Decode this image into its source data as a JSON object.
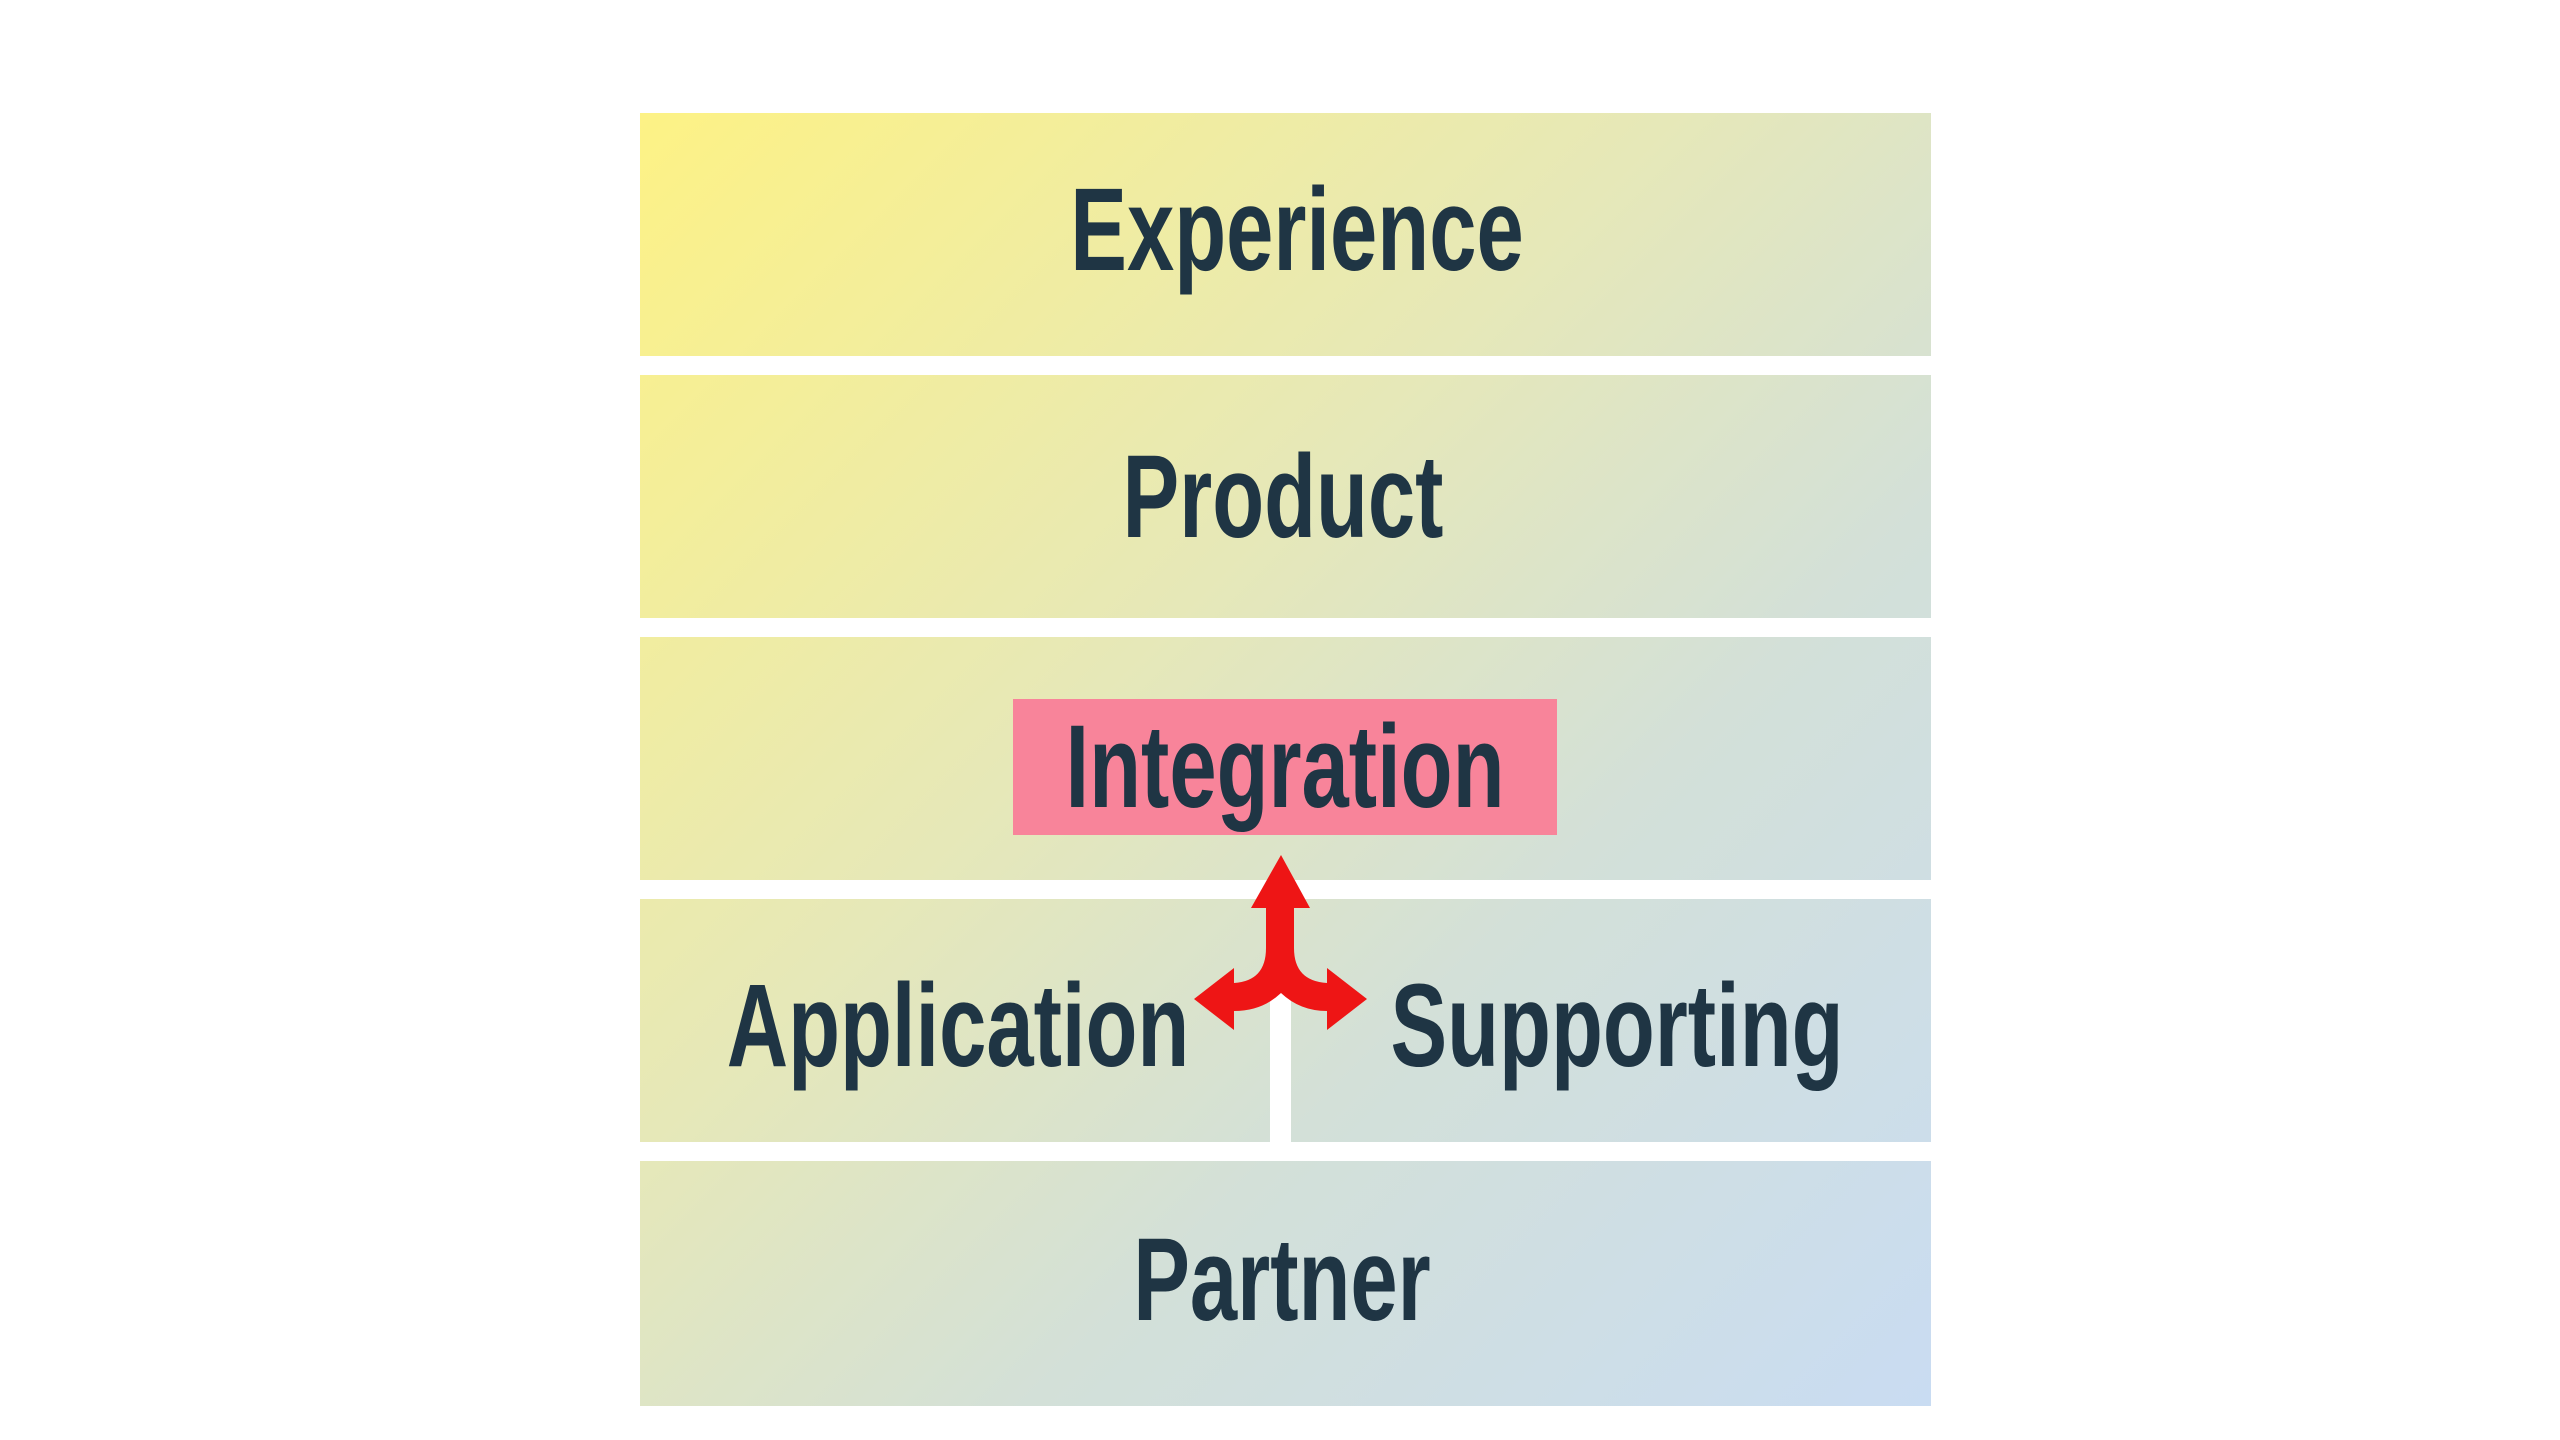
{
  "layers": {
    "experience": "Experience",
    "product": "Product",
    "integration": "Integration",
    "application": "Application",
    "supporting": "Supporting",
    "partner": "Partner"
  },
  "colors": {
    "text": "#1f3544",
    "highlight": "#f8849a",
    "arrow": "#ee1515"
  }
}
